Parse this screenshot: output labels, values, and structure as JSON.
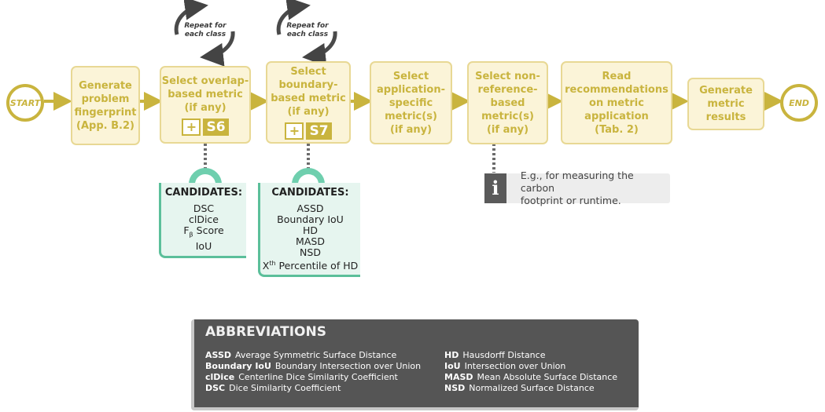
{
  "start_label": "START",
  "end_label": "END",
  "steps": [
    {
      "text": "Generate\nproblem\nfingerprint\n(App. B.2)"
    },
    {
      "text": "Select overlap-\nbased metric\n(if any)",
      "plus": "+",
      "badge": "S6"
    },
    {
      "text": "Select\nboundary-\nbased metric\n(if any)",
      "plus": "+",
      "badge": "S7"
    },
    {
      "text": "Select\napplication-\nspecific\nmetric(s)\n(if any)"
    },
    {
      "text": "Select  non-\nreference-\nbased\nmetric(s)\n(if any)"
    },
    {
      "text": "Read\nrecommendations\non metric\napplication\n(Tab. 2)"
    },
    {
      "text": "Generate\nmetric\nresults"
    }
  ],
  "repeat_note": "Repeat for\neach class",
  "candidates_overlap": {
    "title": "CANDIDATES:",
    "items": [
      "DSC",
      "clDice",
      "F",
      "β",
      "Score",
      "IoU"
    ]
  },
  "candidates_boundary": {
    "title": "CANDIDATES:",
    "items": [
      "ASSD",
      "Boundary IoU",
      "HD",
      "MASD",
      "NSD",
      "X",
      "th",
      "Percentile of HD"
    ]
  },
  "info_note": {
    "icon": "i",
    "text": "E.g., for measuring the carbon\nfootprint or runtime."
  },
  "abbreviations": {
    "title": "ABBREVIATIONS",
    "left": [
      {
        "key": "ASSD",
        "value": "Average Symmetric Surface Distance"
      },
      {
        "key": "Boundary IoU",
        "value": "Boundary Intersection over Union"
      },
      {
        "key": "clDice",
        "value": "Centerline Dice Similarity Coefficient"
      },
      {
        "key": "DSC",
        "value": "Dice Similarity Coefficient"
      }
    ],
    "right": [
      {
        "key": "HD",
        "value": "Hausdorff Distance"
      },
      {
        "key": "IoU",
        "value": "Intersection over Union"
      },
      {
        "key": "MASD",
        "value": "Mean Absolute Surface Distance"
      },
      {
        "key": "NSD",
        "value": "Normalized Surface Distance"
      }
    ]
  },
  "colors": {
    "gold": "#c9b43e",
    "box_fill": "#fbf4d8",
    "teal": "#5bbf9a",
    "dark": "#555555"
  }
}
